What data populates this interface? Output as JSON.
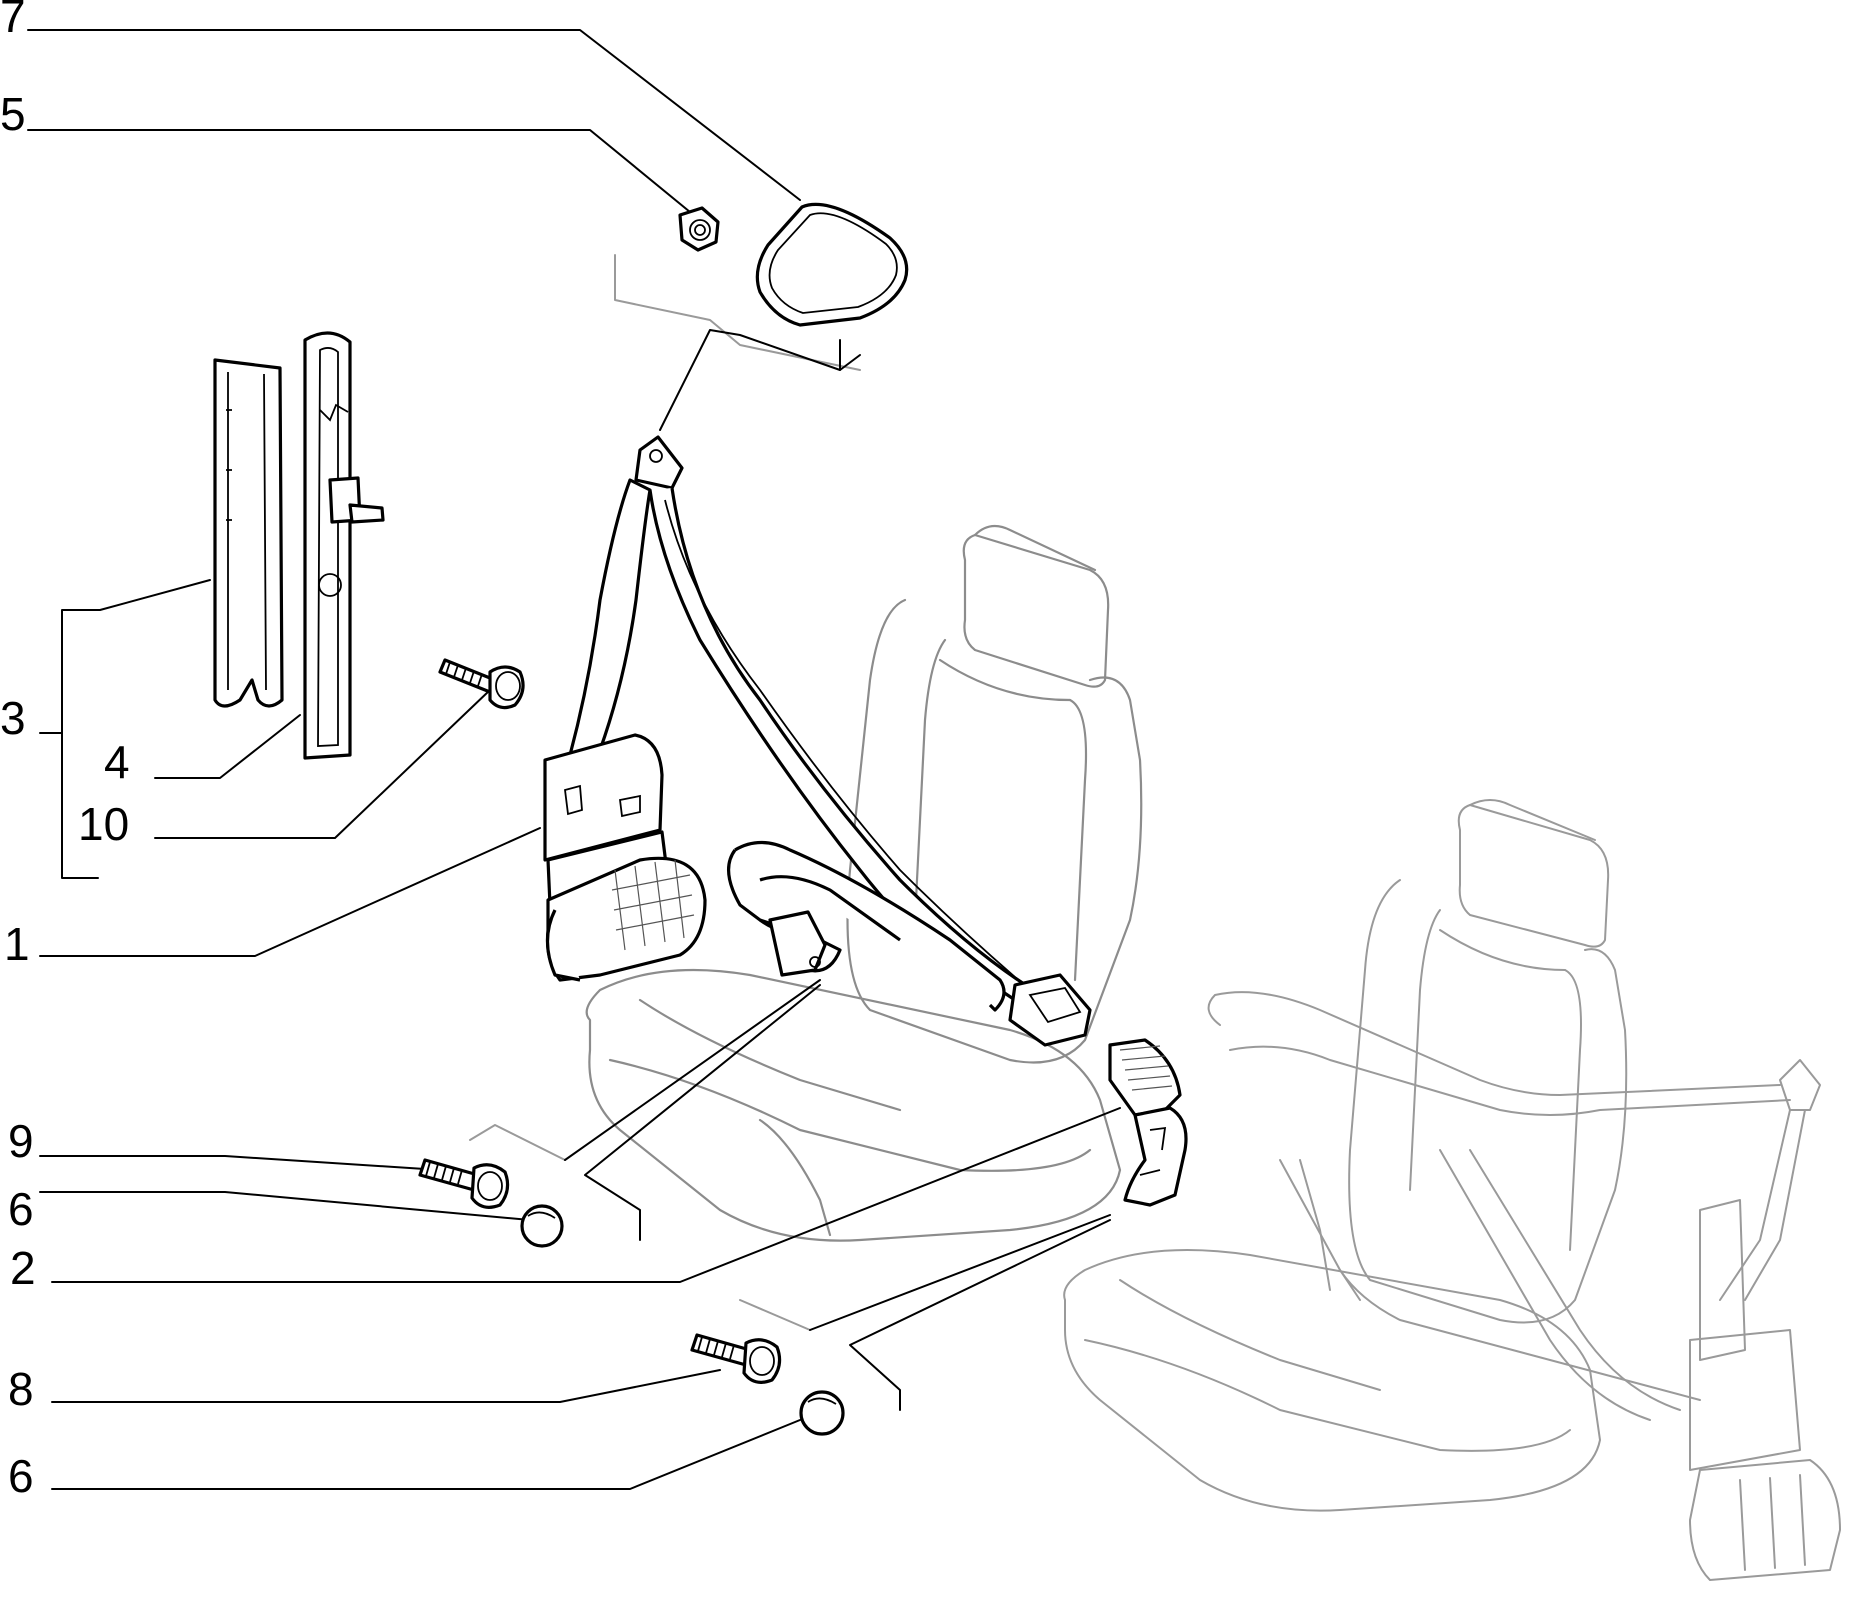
{
  "diagram": {
    "callouts": [
      {
        "id": "c7",
        "text": "7"
      },
      {
        "id": "c5",
        "text": "5"
      },
      {
        "id": "c3",
        "text": "3"
      },
      {
        "id": "c4",
        "text": "4"
      },
      {
        "id": "c10",
        "text": "10"
      },
      {
        "id": "c1",
        "text": "1"
      },
      {
        "id": "c9",
        "text": "9"
      },
      {
        "id": "c6a",
        "text": "6"
      },
      {
        "id": "c2",
        "text": "2"
      },
      {
        "id": "c8",
        "text": "8"
      },
      {
        "id": "c6b",
        "text": "6"
      }
    ]
  },
  "colors": {
    "line": "#000000",
    "ghost_line": "#9a9a9a",
    "background": "#ffffff"
  }
}
